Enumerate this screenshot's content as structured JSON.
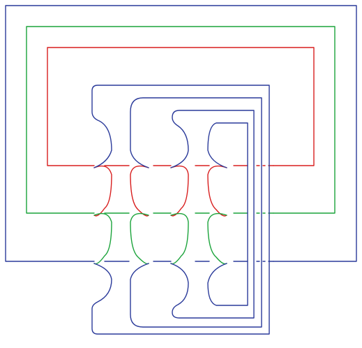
{
  "diagram": {
    "kind": "knot-link-diagram",
    "components": [
      {
        "name": "blue",
        "color": "#2a3a9a"
      },
      {
        "name": "green",
        "color": "#1aa33a"
      },
      {
        "name": "red",
        "color": "#d81e1e"
      }
    ],
    "background": "#ffffff"
  }
}
